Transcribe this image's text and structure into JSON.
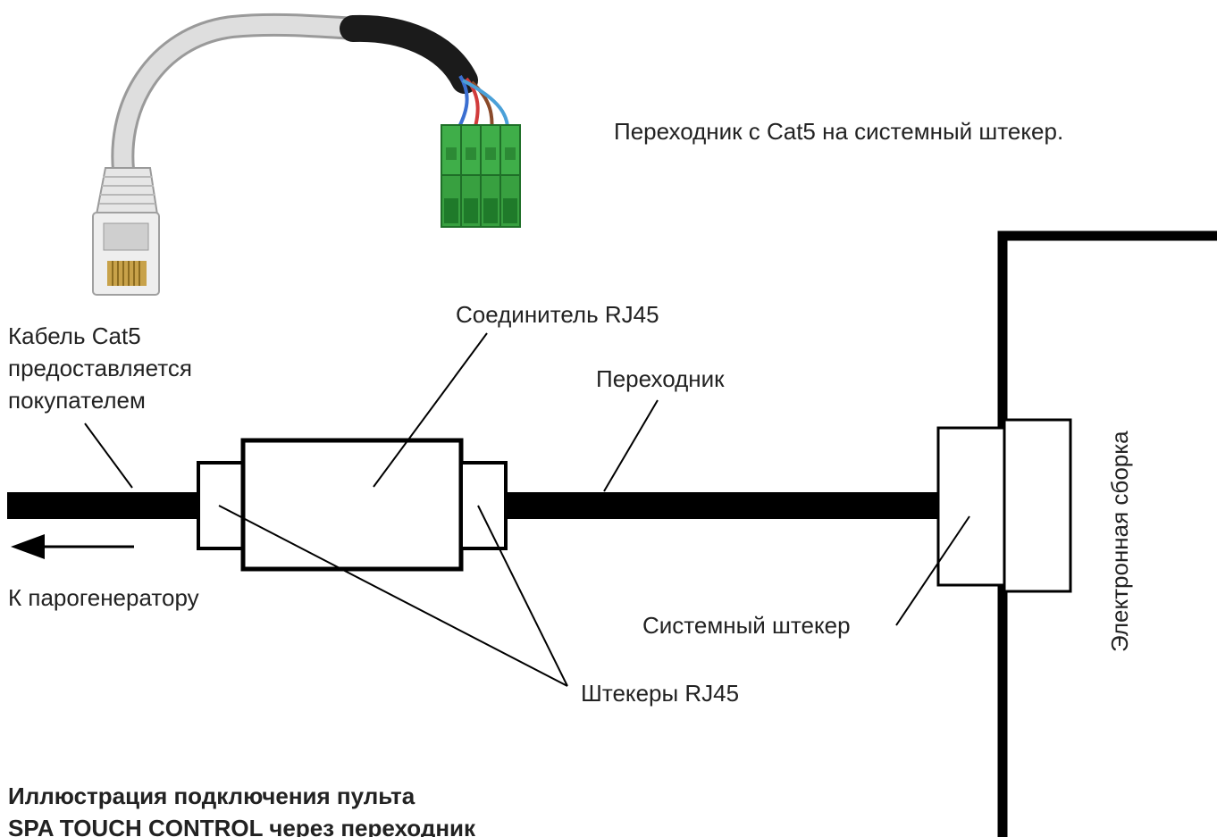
{
  "labels": {
    "adapter_description": "Переходник с Cat5 на системный штекер.",
    "cable_line1": "Кабель Cat5",
    "cable_line2": "предоставляется",
    "cable_line3": "покупателем",
    "rj45_coupler": "Соединитель RJ45",
    "adapter": "Переходник",
    "to_steam_generator": "К парогенератору",
    "system_plug": "Системный штекер",
    "rj45_plugs": "Штекеры RJ45",
    "electronic_assembly": "Электронная сборка"
  },
  "caption": {
    "line1": "Иллюстрация подключения пульта",
    "line2": "SPA TOUCH CONTROL через переходник"
  },
  "colors": {
    "line": "#000000",
    "cable_grey": "#d6d6d6",
    "cable_black": "#1b1b1b",
    "terminal_green": "#3fae49"
  }
}
